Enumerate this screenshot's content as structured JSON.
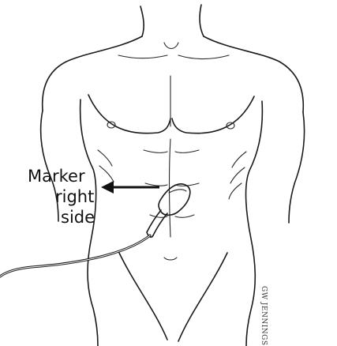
{
  "label": {
    "lines": [
      "Marker",
      "right",
      "side"
    ]
  },
  "signature": "GW JENNINGS",
  "colors": {
    "ink": "#1a1a1a",
    "background": "#ffffff",
    "cable": "#1a1a1a"
  },
  "icons": {
    "arrow": "left-arrow-icon",
    "probe": "ultrasound-probe-icon"
  }
}
